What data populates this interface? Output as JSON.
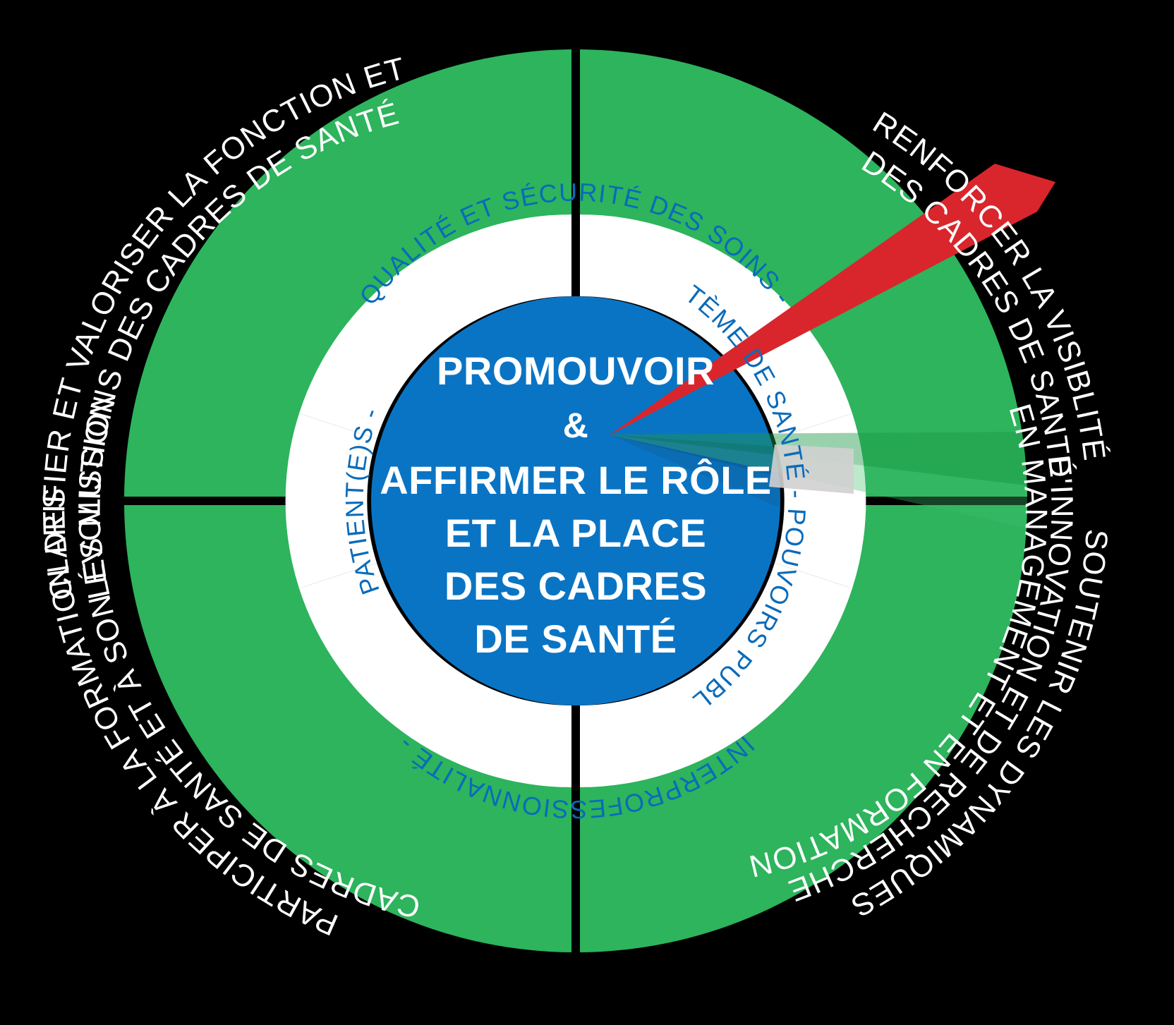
{
  "diagram": {
    "title": "Promouvoir & affirmer le rôle et la place des cadres de santé",
    "background_color": "#000000",
    "colors": {
      "green": "#2DB45C",
      "green_shadow": "#27A153",
      "blue": "#0A74C4",
      "blue_shadow": "#0A5E9E",
      "blue_text": "#0A6BBA",
      "red": "#D8262C",
      "white": "#FFFFFF",
      "grey_band": "#D0D0D0"
    }
  },
  "center": {
    "lines": [
      "PROMOUVOIR",
      "&",
      "AFFIRMER LE RÔLE",
      "ET LA PLACE",
      "DES CADRES",
      "DE SANTÉ"
    ]
  },
  "inner_ring": {
    "segments": [
      {
        "id": "inner-top",
        "text": "QUALITÉ ET SÉCURITÉ DES SOINS -"
      },
      {
        "id": "inner-right",
        "text": "SYSTÈME DE SANTÉ - POUVOIRS PUBLICS -"
      },
      {
        "id": "inner-bottom",
        "text": "INTERPROFESSIONNALITÉ -"
      },
      {
        "id": "inner-left",
        "text": "PATIENT(E)S -"
      }
    ],
    "full_text": "QUALITÉ ET SÉCURITÉ DES SOINS - SYSTÈME DE SANTÉ - POUVOIRS PUBLICS - INTERPROFESSIONNALITÉ - PATIENT(E)S -"
  },
  "outer_ring": {
    "quadrants": [
      {
        "id": "quadrant-top-left",
        "position": "top-left",
        "lines": [
          "CLARIFIER ET VALORISER LA FONCTION ET",
          "LES MISSIONS DES CADRES DE SANTÉ"
        ]
      },
      {
        "id": "quadrant-top-right",
        "position": "top-right",
        "lines": [
          "RENFORCER LA",
          "VISIBLITÉ",
          "DES CADRES",
          "DE SANTÉ"
        ],
        "line_outer": "RENFORCER LA     VISIBLITÉ",
        "line_inner": "DES CADRES     DE SANTÉ"
      },
      {
        "id": "quadrant-bottom-left",
        "position": "bottom-left",
        "lines": [
          "PARTICIPER À LA FORMATION DES",
          "CADRES DE SANTÉ ET À SON ÉVOLUTION"
        ]
      },
      {
        "id": "quadrant-bottom-right",
        "position": "bottom-right",
        "lines": [
          "SOUTENIR LES DYNAMIQUES",
          "D'INNOVATION ET DE RECHERCHE",
          "EN MANAGEMENT ET EN  FORMATION"
        ]
      }
    ]
  },
  "pointer": {
    "id": "red-arrow",
    "description": "red-wedge-pointer",
    "color": "#D8262C"
  }
}
